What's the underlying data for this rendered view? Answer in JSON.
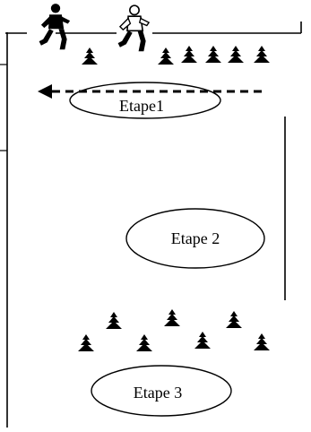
{
  "stages": [
    {
      "label": "Etape1"
    },
    {
      "label": "Etape 2"
    },
    {
      "label": "Etape 3"
    }
  ],
  "icons": {
    "runner": "running-player-icon",
    "cone": "cone-marker-icon",
    "arrow": "dashed-arrow-left-icon"
  },
  "colors": {
    "ink": "#000000",
    "background": "#ffffff"
  }
}
